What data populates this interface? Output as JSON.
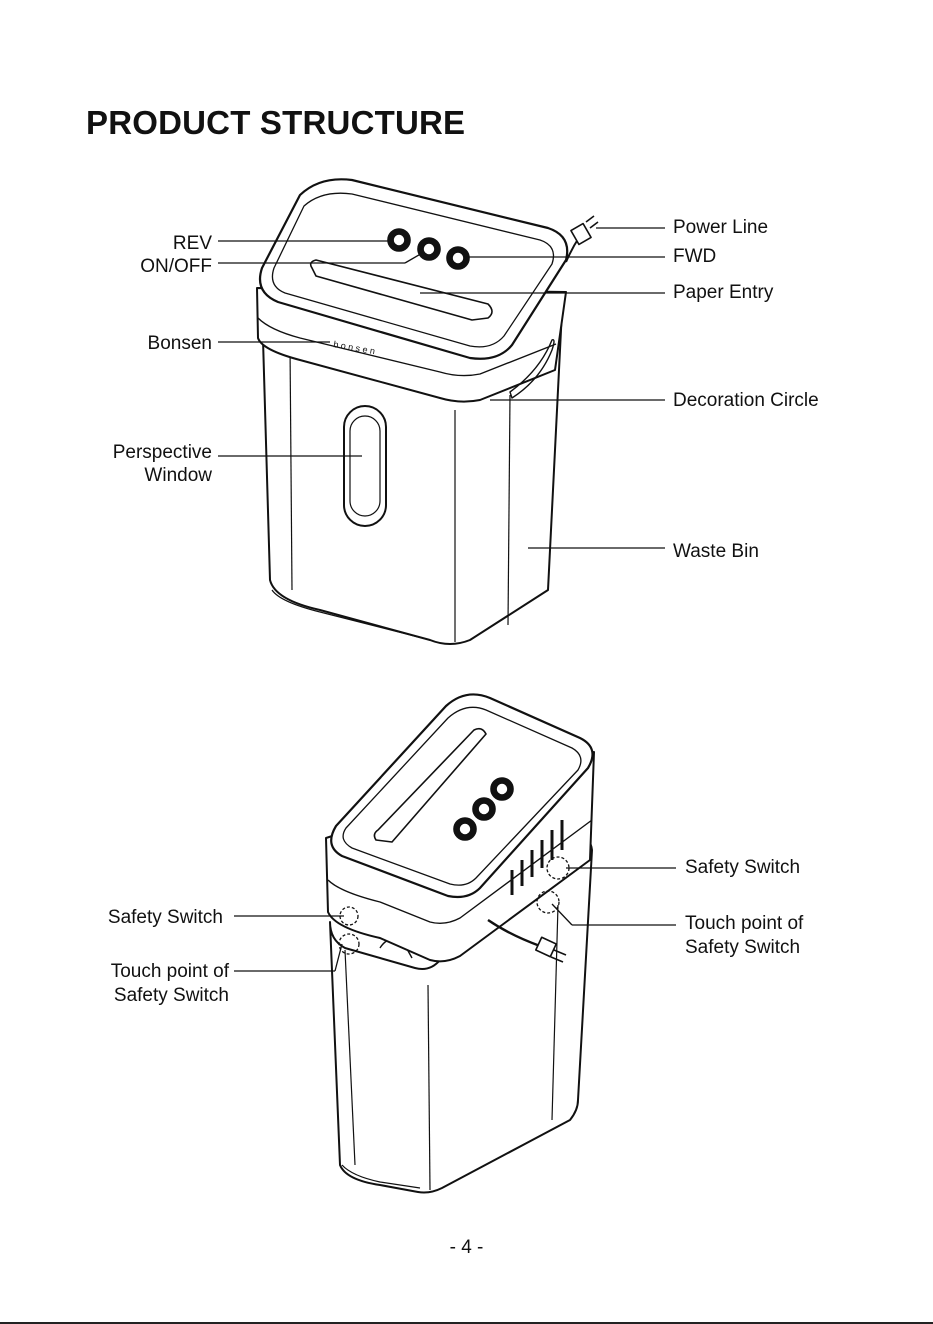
{
  "title": "PRODUCT STRUCTURE",
  "page_number": "- 4 -",
  "brand_logo_text": "Bonsen",
  "colors": {
    "ink": "#111111",
    "background": "#ffffff"
  },
  "top_view": {
    "labels": {
      "rev": "REV",
      "on_off": "ON/OFF",
      "bonsen": "Bonsen",
      "perspective_window_line1": "Perspective",
      "perspective_window_line2": "Window",
      "power_line": "Power Line",
      "fwd": "FWD",
      "paper_entry": "Paper Entry",
      "decoration_circle": "Decoration Circle",
      "waste_bin": "Waste Bin"
    }
  },
  "bottom_view": {
    "labels": {
      "safety_switch_left": "Safety Switch",
      "touch_point_left_line1": "Touch point of",
      "touch_point_left_line2": "Safety Switch",
      "safety_switch_right": "Safety Switch",
      "touch_point_right_line1": "Touch point of",
      "touch_point_right_line2": "Safety Switch"
    }
  }
}
